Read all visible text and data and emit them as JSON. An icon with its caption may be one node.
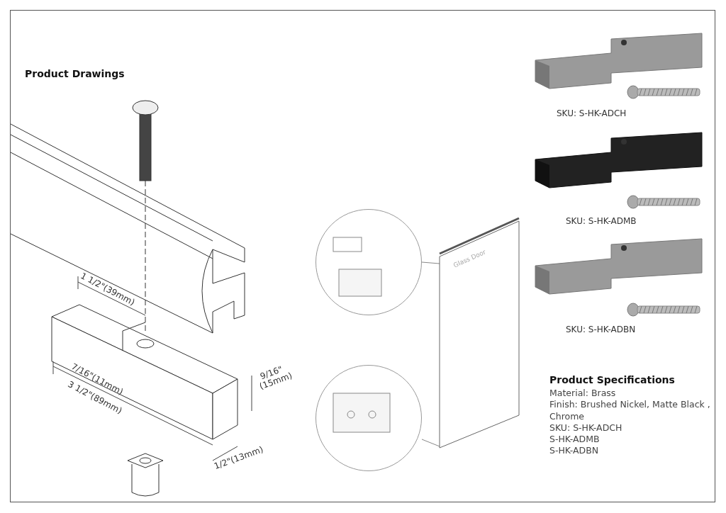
{
  "diagram": {
    "title": "Product Drawings",
    "nodes": [
      {
        "text": [],
        "shape": "picture"
      },
      {
        "text": [],
        "shape": "picture"
      },
      {
        "text": [
          "Glass Door"
        ]
      }
    ],
    "edges": [
      {
        "from": 0,
        "to": 2,
        "arrow": "none"
      },
      {
        "from": 1,
        "to": 2,
        "arrow": "none"
      }
    ],
    "labels": [
      "1 1/2\"(39mm)",
      "7/16\"(11mm)",
      "3 1/2\"(89mm)",
      "9/16\" (15mm)",
      "1/2\"(13mm)",
      "SKU: S-HK-ADCH",
      "SKU: S-HK-ADMB",
      "SKU: S-HK-ADBN",
      "Product Specifications",
      "Material: Brass",
      "Finish: Brushed Nickel, Matte Black , Chrome",
      "SKU: S-HK-ADCH",
      "S-HK-ADMB",
      "S-HK-ADBN"
    ]
  }
}
